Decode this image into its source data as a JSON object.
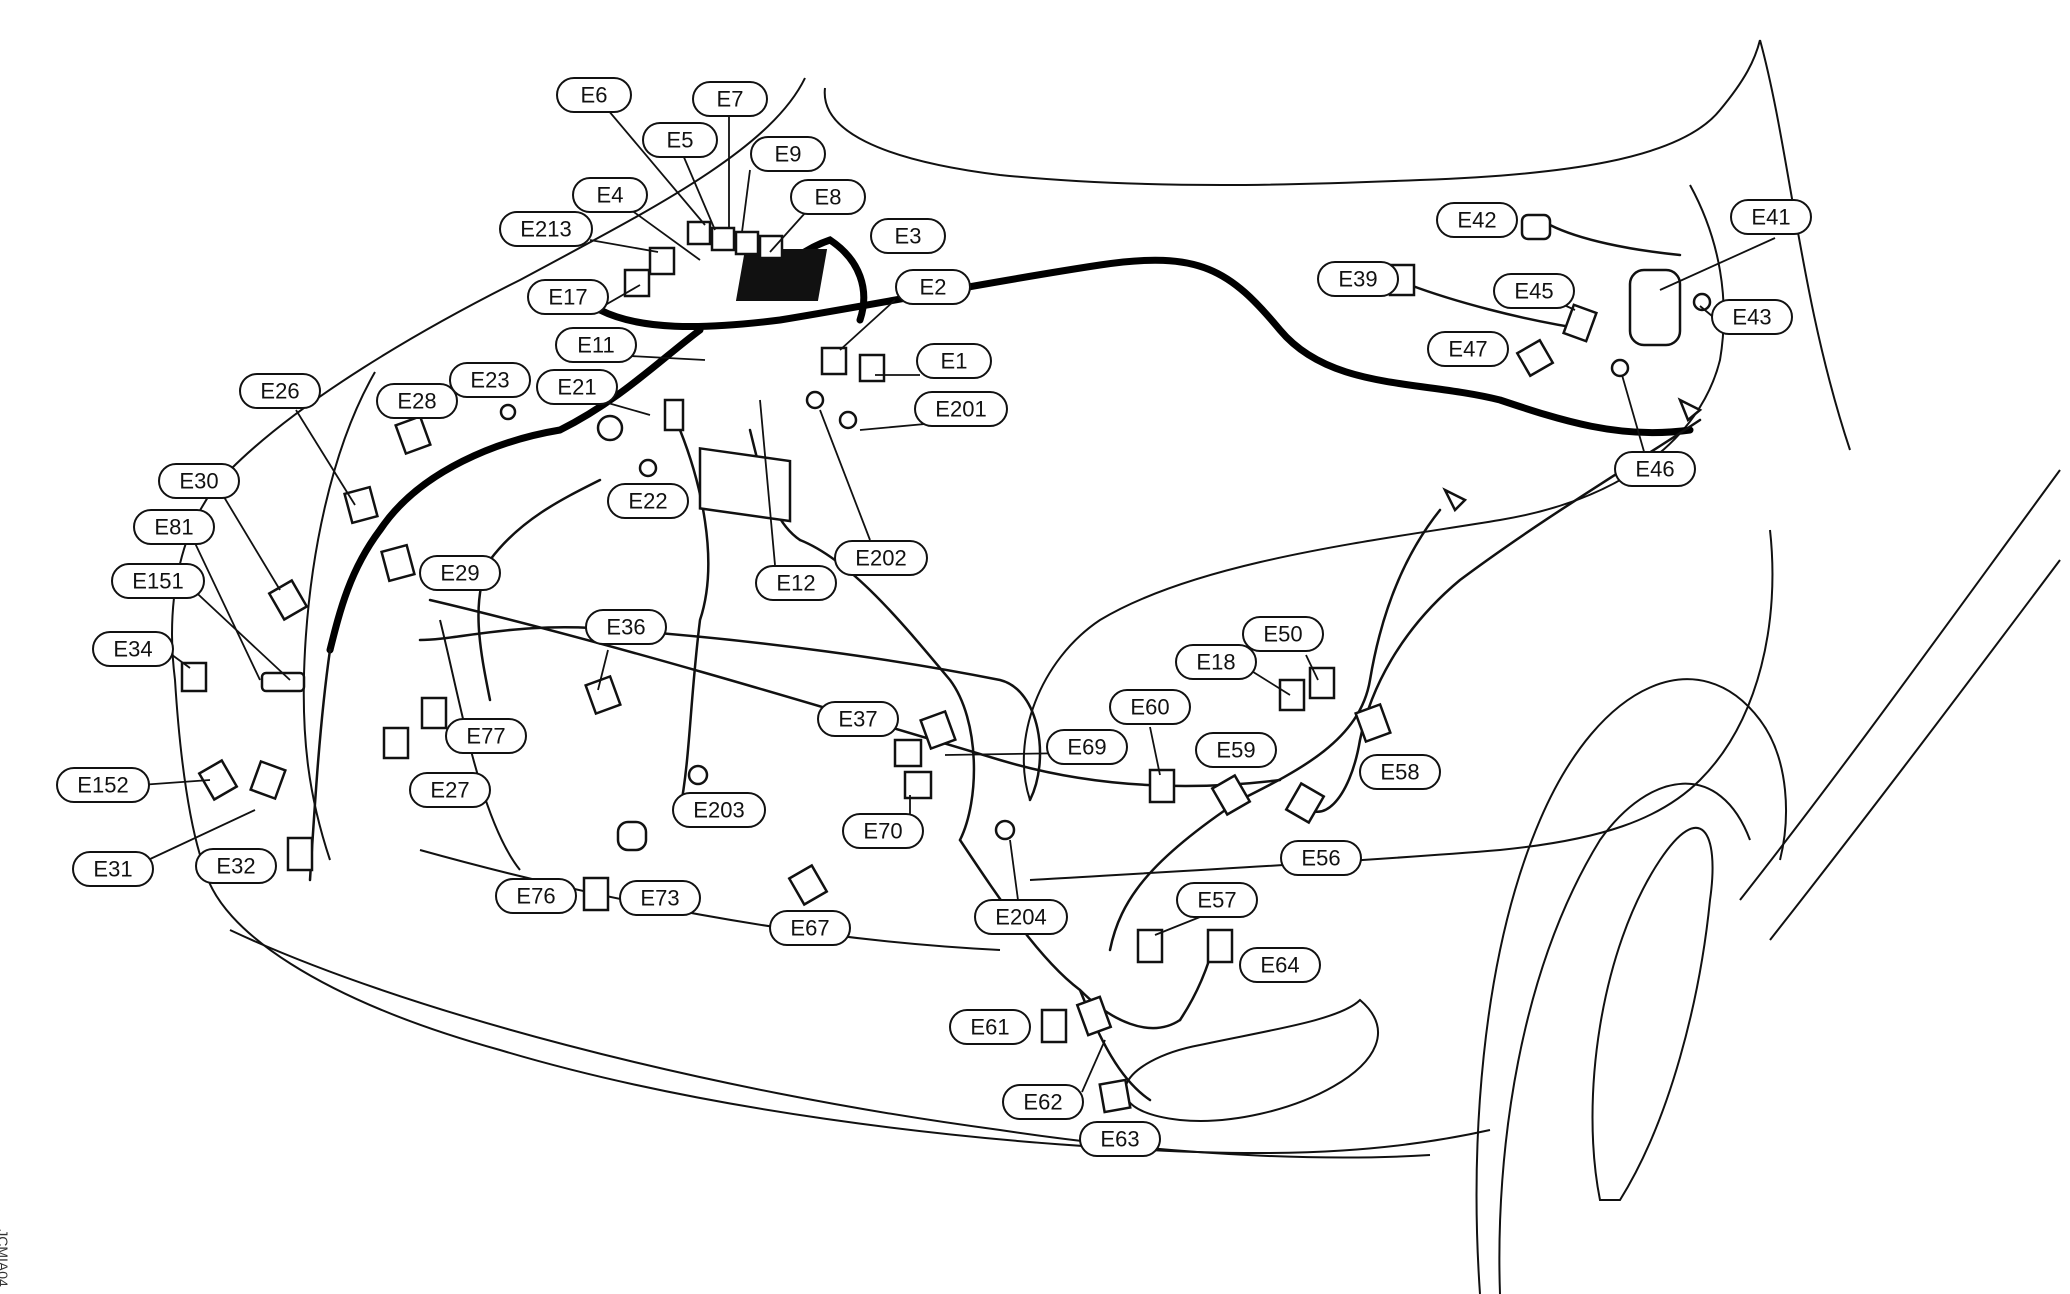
{
  "doc_id": "JCMIA04",
  "callouts": [
    {
      "id": "E6"
    },
    {
      "id": "E7"
    },
    {
      "id": "E5"
    },
    {
      "id": "E9"
    },
    {
      "id": "E4"
    },
    {
      "id": "E8"
    },
    {
      "id": "E213"
    },
    {
      "id": "E3"
    },
    {
      "id": "E17"
    },
    {
      "id": "E2"
    },
    {
      "id": "E11"
    },
    {
      "id": "E1"
    },
    {
      "id": "E23"
    },
    {
      "id": "E21"
    },
    {
      "id": "E201"
    },
    {
      "id": "E26"
    },
    {
      "id": "E28"
    },
    {
      "id": "E22"
    },
    {
      "id": "E30"
    },
    {
      "id": "E81"
    },
    {
      "id": "E202"
    },
    {
      "id": "E29"
    },
    {
      "id": "E151"
    },
    {
      "id": "E12"
    },
    {
      "id": "E34"
    },
    {
      "id": "E36"
    },
    {
      "id": "E50"
    },
    {
      "id": "E18"
    },
    {
      "id": "E60"
    },
    {
      "id": "E37"
    },
    {
      "id": "E77"
    },
    {
      "id": "E69"
    },
    {
      "id": "E59"
    },
    {
      "id": "E58"
    },
    {
      "id": "E152"
    },
    {
      "id": "E27"
    },
    {
      "id": "E203"
    },
    {
      "id": "E70"
    },
    {
      "id": "E56"
    },
    {
      "id": "E31"
    },
    {
      "id": "E32"
    },
    {
      "id": "E76"
    },
    {
      "id": "E73"
    },
    {
      "id": "E57"
    },
    {
      "id": "E204"
    },
    {
      "id": "E67"
    },
    {
      "id": "E64"
    },
    {
      "id": "E61"
    },
    {
      "id": "E62"
    },
    {
      "id": "E63"
    },
    {
      "id": "E42"
    },
    {
      "id": "E41"
    },
    {
      "id": "E39"
    },
    {
      "id": "E45"
    },
    {
      "id": "E43"
    },
    {
      "id": "E47"
    },
    {
      "id": "E46"
    }
  ]
}
